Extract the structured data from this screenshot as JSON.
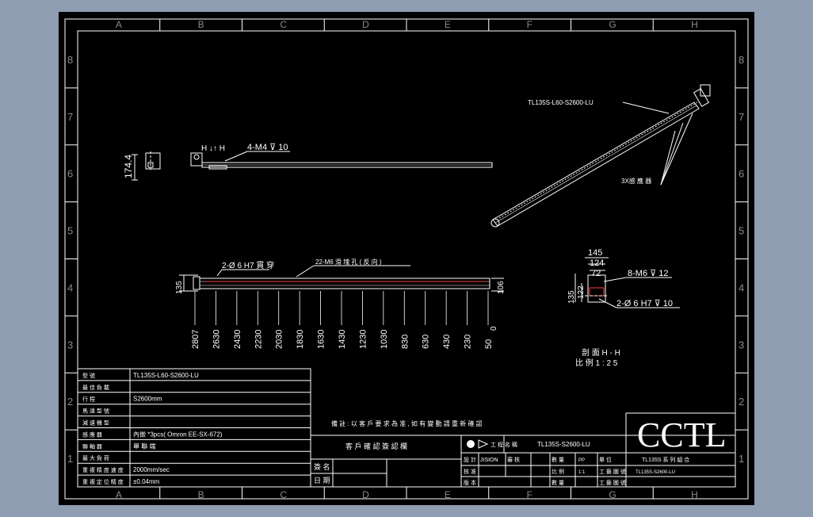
{
  "grid": {
    "columns": [
      "A",
      "B",
      "C",
      "D",
      "E",
      "F",
      "G",
      "H"
    ],
    "rows": [
      "8",
      "7",
      "6",
      "5",
      "4",
      "3",
      "2",
      "1"
    ]
  },
  "iso_view": {
    "part_label": "TL135S-L60-S2600-LU",
    "sensor_label": "3X感 應 器"
  },
  "side_view": {
    "height_dim": "174.4",
    "h_marks": "H ↓↑ H",
    "hole_callout": "4-M4 ⊽ 10"
  },
  "front_view": {
    "pin_callout": "2-Ø 6  H7 貫 穿",
    "slot_callout": "22-M6 滑 塊 孔 ( 反 向 )",
    "left_dim": "135",
    "right_dim": "106",
    "positions": [
      "2807",
      "2630",
      "2430",
      "2230",
      "2030",
      "1830",
      "1630",
      "1430",
      "1230",
      "1030",
      "830",
      "630",
      "430",
      "230",
      "50"
    ],
    "last_offset": "0"
  },
  "section_view": {
    "dim_top": "145",
    "dim_mid": "124",
    "dim_inner": "72",
    "dim_left_a": "135",
    "dim_left_b": "122",
    "thread_callout": "8-M6 ⊽ 12",
    "pin_callout": "2-Ø 6  H7 ⊽ 10",
    "section_title": "剖 面 H - H",
    "scale": "比 例 1 : 2 5"
  },
  "spec_table": [
    {
      "label": "型 號",
      "value": "TL135S-L60-S2600-LU"
    },
    {
      "label": "最 佳 負 載",
      "value": ""
    },
    {
      "label": "行 程",
      "value": "S2600mm"
    },
    {
      "label": "馬 達 型 號",
      "value": ""
    },
    {
      "label": "減 速 機 型",
      "value": ""
    },
    {
      "label": "感 應 器",
      "value": "內嵌 *3pcs( Omron EE-SX-672)"
    },
    {
      "label": "聯 軸 器",
      "value": "單 聯 端"
    },
    {
      "label": "最 大 負 荷",
      "value": ""
    },
    {
      "label": "重 複 精 度 速 度",
      "value": "2000mm/sec"
    },
    {
      "label": "重 複 定 位 精 度",
      "value": "±0.04mm"
    }
  ],
  "title_block": {
    "note": "備 註 : 以 客 戶 要 求 為 准 , 如 有 變 動 請 重 新 確 認",
    "customer_confirm": "客 戶 確 認 簽 認 欄",
    "sign_label": "簽 名",
    "date_label": "日 期",
    "proj_label": "工 程 名 稱",
    "proj_value": "TL135S-S2600-LU",
    "design_label": "設 計",
    "designer": "JISION",
    "check_label": "審 核",
    "approve_label": "核 准",
    "count_label": "數 量",
    "scale_label": "比 例",
    "scale_value": "1:1",
    "revision_label": "版 本",
    "pp_label": "PP",
    "unit_label": "單 位",
    "process_label": "工 藝 圖 號",
    "logo": "CCTL",
    "drawing_title": "TL135S 系 列 組 合",
    "drawing_no": "TL135S-S2600-LU"
  }
}
